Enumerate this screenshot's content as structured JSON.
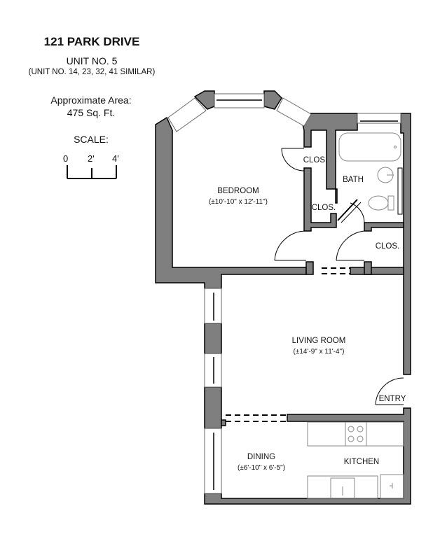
{
  "header": {
    "title": "121 PARK DRIVE",
    "unit": "UNIT NO. 5",
    "similar_units": "(UNIT NO. 14, 23, 32, 41 SIMILAR)"
  },
  "area": {
    "label": "Approximate Area:",
    "value": "475 Sq. Ft."
  },
  "scale": {
    "label": "SCALE:",
    "ticks": [
      "0",
      "2'",
      "4'"
    ]
  },
  "rooms": {
    "bedroom": {
      "name": "BEDROOM",
      "dimensions": "(±10'-10\" x 12'-11\")"
    },
    "closet_1": {
      "name": "CLOS."
    },
    "closet_2": {
      "name": "CLOS."
    },
    "closet_3": {
      "name": "CLOS."
    },
    "bath": {
      "name": "BATH"
    },
    "living_room": {
      "name": "LIVING ROOM",
      "dimensions": "(±14'-9\" x 11'-4\")"
    },
    "entry": {
      "name": "ENTRY"
    },
    "dining": {
      "name": "DINING",
      "dimensions": "(±6'-10\" x 6'-5\")"
    },
    "kitchen": {
      "name": "KITCHEN"
    }
  },
  "colors": {
    "wall_fill": "#7f7f7f",
    "wall_outline": "#000000",
    "fixture_line": "#8a8a8a",
    "background": "#ffffff"
  }
}
